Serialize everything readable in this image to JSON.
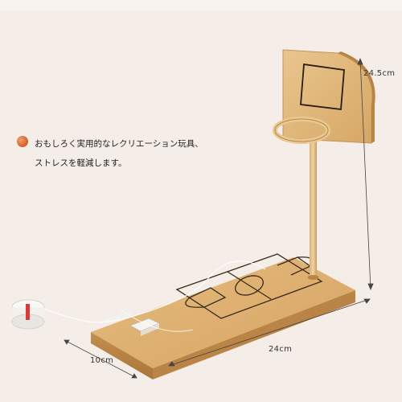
{
  "caption": {
    "line1": "おもしろく実用的なレクリエーション玩具、",
    "line2": "ストレスを軽減します。"
  },
  "dimensions": {
    "height": "24.5cm",
    "depth": "10cm",
    "width": "24cm"
  },
  "colors": {
    "background": "#f5ede8",
    "wood": "#d9aa68",
    "ball": "#d9662f"
  }
}
